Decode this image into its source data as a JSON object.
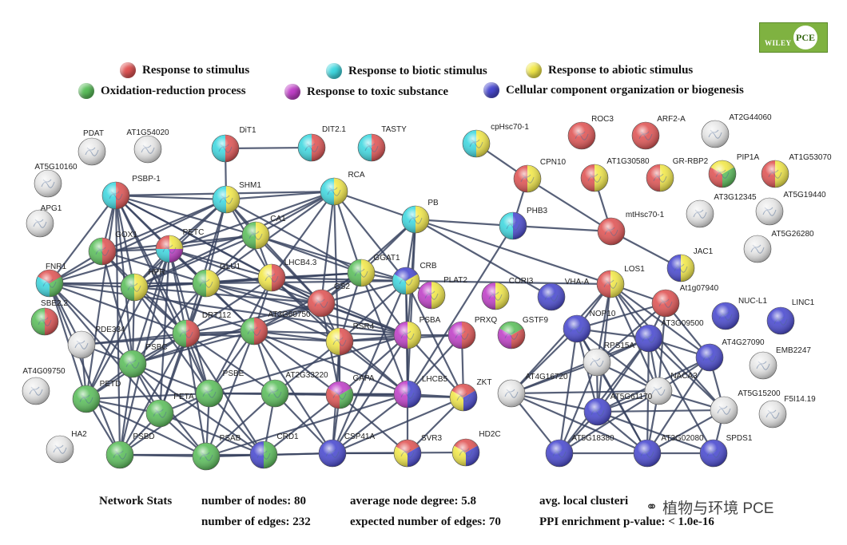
{
  "legend": [
    {
      "label": "Response to stimulus",
      "color": "#e05555"
    },
    {
      "label": "Response to biotic stimulus",
      "color": "#40d8e0"
    },
    {
      "label": "Response to abiotic stimulus",
      "color": "#f2e84a"
    },
    {
      "label": "Oxidation-reduction process",
      "color": "#5cbf5c"
    },
    {
      "label": "Response to toxic substance",
      "color": "#c040c8"
    },
    {
      "label": "Cellular component organization or biogenesis",
      "color": "#4a4ad0"
    }
  ],
  "colors": {
    "R": "#e05555",
    "C": "#40d8e0",
    "Y": "#f2e84a",
    "G": "#5cbf5c",
    "M": "#c040c8",
    "B": "#4a4ad0",
    "W": "#e8e8e8",
    "edge": "#3a4460"
  },
  "nodes": [
    {
      "id": "PDAT",
      "label": "PDAT",
      "colors": [
        "W"
      ]
    },
    {
      "id": "AT1G54020",
      "label": "AT1G54020",
      "colors": [
        "W"
      ]
    },
    {
      "id": "DiT1",
      "label": "DiT1",
      "colors": [
        "C",
        "R"
      ]
    },
    {
      "id": "DIT2.1",
      "label": "DIT2.1",
      "colors": [
        "C",
        "R"
      ]
    },
    {
      "id": "TASTY",
      "label": "TASTY",
      "colors": [
        "C",
        "R"
      ]
    },
    {
      "id": "AT5G10160",
      "label": "AT5G10160",
      "colors": [
        "W"
      ]
    },
    {
      "id": "PSBP-1",
      "label": "PSBP-1",
      "colors": [
        "C",
        "R"
      ]
    },
    {
      "id": "SHM1",
      "label": "SHM1",
      "colors": [
        "C",
        "Y"
      ]
    },
    {
      "id": "RCA",
      "label": "RCA",
      "colors": [
        "C",
        "Y"
      ]
    },
    {
      "id": "APG1",
      "label": "APG1",
      "colors": [
        "W"
      ]
    },
    {
      "id": "GOX1",
      "label": "GOX1",
      "colors": [
        "G",
        "R"
      ]
    },
    {
      "id": "PETC",
      "label": "PETC",
      "colors": [
        "C",
        "R",
        "Y",
        "M"
      ]
    },
    {
      "id": "CA1",
      "label": "CA1",
      "colors": [
        "G",
        "Y"
      ]
    },
    {
      "id": "PB",
      "label": "PB",
      "colors": [
        "C",
        "Y"
      ]
    },
    {
      "id": "FNR1",
      "label": "FNR1",
      "colors": [
        "C",
        "R",
        "G"
      ]
    },
    {
      "id": "HPR",
      "label": "HPR",
      "colors": [
        "G",
        "Y"
      ]
    },
    {
      "id": "GLU1",
      "label": "GLU1",
      "colors": [
        "G",
        "Y"
      ]
    },
    {
      "id": "LHCB4.3",
      "label": "LHCB4.3",
      "colors": [
        "Y",
        "R"
      ]
    },
    {
      "id": "GGAT1",
      "label": "GGAT1",
      "colors": [
        "G",
        "Y"
      ]
    },
    {
      "id": "CRB",
      "label": "CRB",
      "colors": [
        "C",
        "B",
        "Y"
      ]
    },
    {
      "id": "GS2",
      "label": "GS2",
      "colors": [
        "R"
      ]
    },
    {
      "id": "SBE2.2",
      "label": "SBE2.2",
      "colors": [
        "G",
        "R"
      ]
    },
    {
      "id": "PDE334",
      "label": "PDE334",
      "colors": [
        "W"
      ]
    },
    {
      "id": "DRT112",
      "label": "DRT112",
      "colors": [
        "G",
        "R"
      ]
    },
    {
      "id": "AT3G60750",
      "label": "AT3G60750",
      "colors": [
        "G",
        "R"
      ]
    },
    {
      "id": "RSR4",
      "label": "RSR4",
      "colors": [
        "Y",
        "R"
      ]
    },
    {
      "id": "PSBA",
      "label": "PSBA",
      "colors": [
        "M",
        "Y"
      ]
    },
    {
      "id": "PRXQ",
      "label": "PRXQ",
      "colors": [
        "M",
        "R"
      ]
    },
    {
      "id": "PSBC",
      "label": "PSBC",
      "colors": [
        "G"
      ]
    },
    {
      "id": "AT4G09750",
      "label": "AT4G09750",
      "colors": [
        "W"
      ]
    },
    {
      "id": "PETD",
      "label": "PETD",
      "colors": [
        "G"
      ]
    },
    {
      "id": "PSBE",
      "label": "PSBE",
      "colors": [
        "G"
      ]
    },
    {
      "id": "AT2G33220",
      "label": "AT2G33220",
      "colors": [
        "G"
      ]
    },
    {
      "id": "GAPA",
      "label": "GAPA",
      "colors": [
        "R",
        "M",
        "G"
      ]
    },
    {
      "id": "LHCB5",
      "label": "LHCB5",
      "colors": [
        "M",
        "B"
      ]
    },
    {
      "id": "ZKT",
      "label": "ZKT",
      "colors": [
        "Y",
        "R",
        "B"
      ]
    },
    {
      "id": "PETA",
      "label": "PETA",
      "colors": [
        "G"
      ]
    },
    {
      "id": "HA2",
      "label": "HA2",
      "colors": [
        "W"
      ]
    },
    {
      "id": "PSBD",
      "label": "PSBD",
      "colors": [
        "G"
      ]
    },
    {
      "id": "PSAB",
      "label": "PSAB",
      "colors": [
        "G"
      ]
    },
    {
      "id": "CRD1",
      "label": "CRD1",
      "colors": [
        "B",
        "G"
      ]
    },
    {
      "id": "CSP41A",
      "label": "CSP41A",
      "colors": [
        "B"
      ]
    },
    {
      "id": "SVR3",
      "label": "SVR3",
      "colors": [
        "Y",
        "R",
        "B"
      ]
    },
    {
      "id": "HD2C",
      "label": "HD2C",
      "colors": [
        "Y",
        "R",
        "B"
      ]
    },
    {
      "id": "cpHsc70-1",
      "label": "cpHsc70-1",
      "colors": [
        "C",
        "Y"
      ]
    },
    {
      "id": "CPN10",
      "label": "CPN10",
      "colors": [
        "R",
        "Y"
      ]
    },
    {
      "id": "PHB3",
      "label": "PHB3",
      "colors": [
        "C",
        "B"
      ]
    },
    {
      "id": "ROC3",
      "label": "ROC3",
      "colors": [
        "R"
      ]
    },
    {
      "id": "AT1G30580",
      "label": "AT1G30580",
      "colors": [
        "R",
        "Y"
      ]
    },
    {
      "id": "ARF2-A",
      "label": "ARF2-A",
      "colors": [
        "R"
      ]
    },
    {
      "id": "GR-RBP2",
      "label": "GR-RBP2",
      "colors": [
        "R",
        "Y"
      ]
    },
    {
      "id": "AT2G44060",
      "label": "AT2G44060",
      "colors": [
        "W"
      ]
    },
    {
      "id": "PIP1A",
      "label": "PIP1A",
      "colors": [
        "R",
        "Y",
        "G"
      ]
    },
    {
      "id": "AT1G53070",
      "label": "AT1G53070",
      "colors": [
        "R",
        "Y"
      ]
    },
    {
      "id": "mtHsc70-1",
      "label": "mtHsc70-1",
      "colors": [
        "R"
      ]
    },
    {
      "id": "AT3G12345",
      "label": "AT3G12345",
      "colors": [
        "W"
      ]
    },
    {
      "id": "AT5G19440",
      "label": "AT5G19440",
      "colors": [
        "W"
      ]
    },
    {
      "id": "AT5G26280",
      "label": "AT5G26280",
      "colors": [
        "W"
      ]
    },
    {
      "id": "JAC1",
      "label": "JAC1",
      "colors": [
        "B",
        "Y"
      ]
    },
    {
      "id": "PLAT2",
      "label": "PLAT2",
      "colors": [
        "M",
        "Y"
      ]
    },
    {
      "id": "CORI3",
      "label": "CORI3",
      "colors": [
        "M",
        "Y"
      ]
    },
    {
      "id": "VHA-A",
      "label": "VHA-A",
      "colors": [
        "B"
      ]
    },
    {
      "id": "LOS1",
      "label": "LOS1",
      "colors": [
        "R",
        "Y"
      ]
    },
    {
      "id": "At1g07940",
      "label": "At1g07940",
      "colors": [
        "R"
      ]
    },
    {
      "id": "NUC-L1",
      "label": "NUC-L1",
      "colors": [
        "B"
      ]
    },
    {
      "id": "LINC1",
      "label": "LINC1",
      "colors": [
        "B"
      ]
    },
    {
      "id": "GSTF9",
      "label": "GSTF9",
      "colors": [
        "M",
        "G",
        "R"
      ]
    },
    {
      "id": "NOP10",
      "label": "NOP10",
      "colors": [
        "B"
      ]
    },
    {
      "id": "AT3G09500",
      "label": "AT3G09500",
      "colors": [
        "B"
      ]
    },
    {
      "id": "RPS15A",
      "label": "RPS15A",
      "colors": [
        "W"
      ]
    },
    {
      "id": "AT4G27090",
      "label": "AT4G27090",
      "colors": [
        "B"
      ]
    },
    {
      "id": "EMB2247",
      "label": "EMB2247",
      "colors": [
        "W"
      ]
    },
    {
      "id": "NACA3",
      "label": "NACA3",
      "colors": [
        "W"
      ]
    },
    {
      "id": "AT4G16720",
      "label": "AT4G16720",
      "colors": [
        "W"
      ]
    },
    {
      "id": "AT5G61170",
      "label": "AT5G61170",
      "colors": [
        "B"
      ]
    },
    {
      "id": "AT5G15200",
      "label": "AT5G15200",
      "colors": [
        "W"
      ]
    },
    {
      "id": "F5I14.19",
      "label": "F5I14.19",
      "colors": [
        "W"
      ]
    },
    {
      "id": "AT5G18380",
      "label": "AT5G18380",
      "colors": [
        "B"
      ]
    },
    {
      "id": "AT3G02080",
      "label": "AT3G02080",
      "colors": [
        "B"
      ]
    },
    {
      "id": "SPDS1",
      "label": "SPDS1",
      "colors": [
        "B"
      ]
    }
  ],
  "stats": {
    "heading": "Network Stats",
    "nodes": "number of nodes: 80",
    "edges": "number of edges: 232",
    "avg_degree": "average node degree: 5.8",
    "expected_edges": "expected number of edges: 70",
    "clustering": "avg. local clusteri",
    "ppi": "PPI enrichment p-value: < 1.0e-16"
  },
  "logo": {
    "publisher": "WILEY",
    "journal": "PCE"
  },
  "watermark": {
    "text": "植物与环境 PCE"
  }
}
